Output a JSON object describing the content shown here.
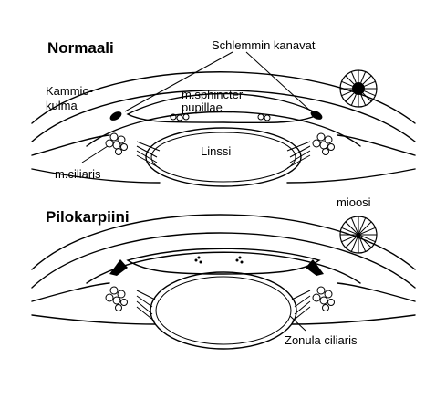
{
  "normal": {
    "title": "Normaali",
    "schlemm": "Schlemmin kanavat",
    "chamber_angle_line1": "Kammio-",
    "chamber_angle_line2": "kulma",
    "sphincter_line1": "m.sphincter",
    "sphincter_line2": "pupillae",
    "lens": "Linssi",
    "ciliary": "m.ciliaris"
  },
  "pilocarpine": {
    "title": "Pilokarpiini",
    "miosis": "mioosi",
    "zonula": "Zonula ciliaris"
  },
  "icons": {
    "normal_pupil": "dilated-pupil-icon",
    "miosis_pupil": "constricted-pupil-icon"
  }
}
